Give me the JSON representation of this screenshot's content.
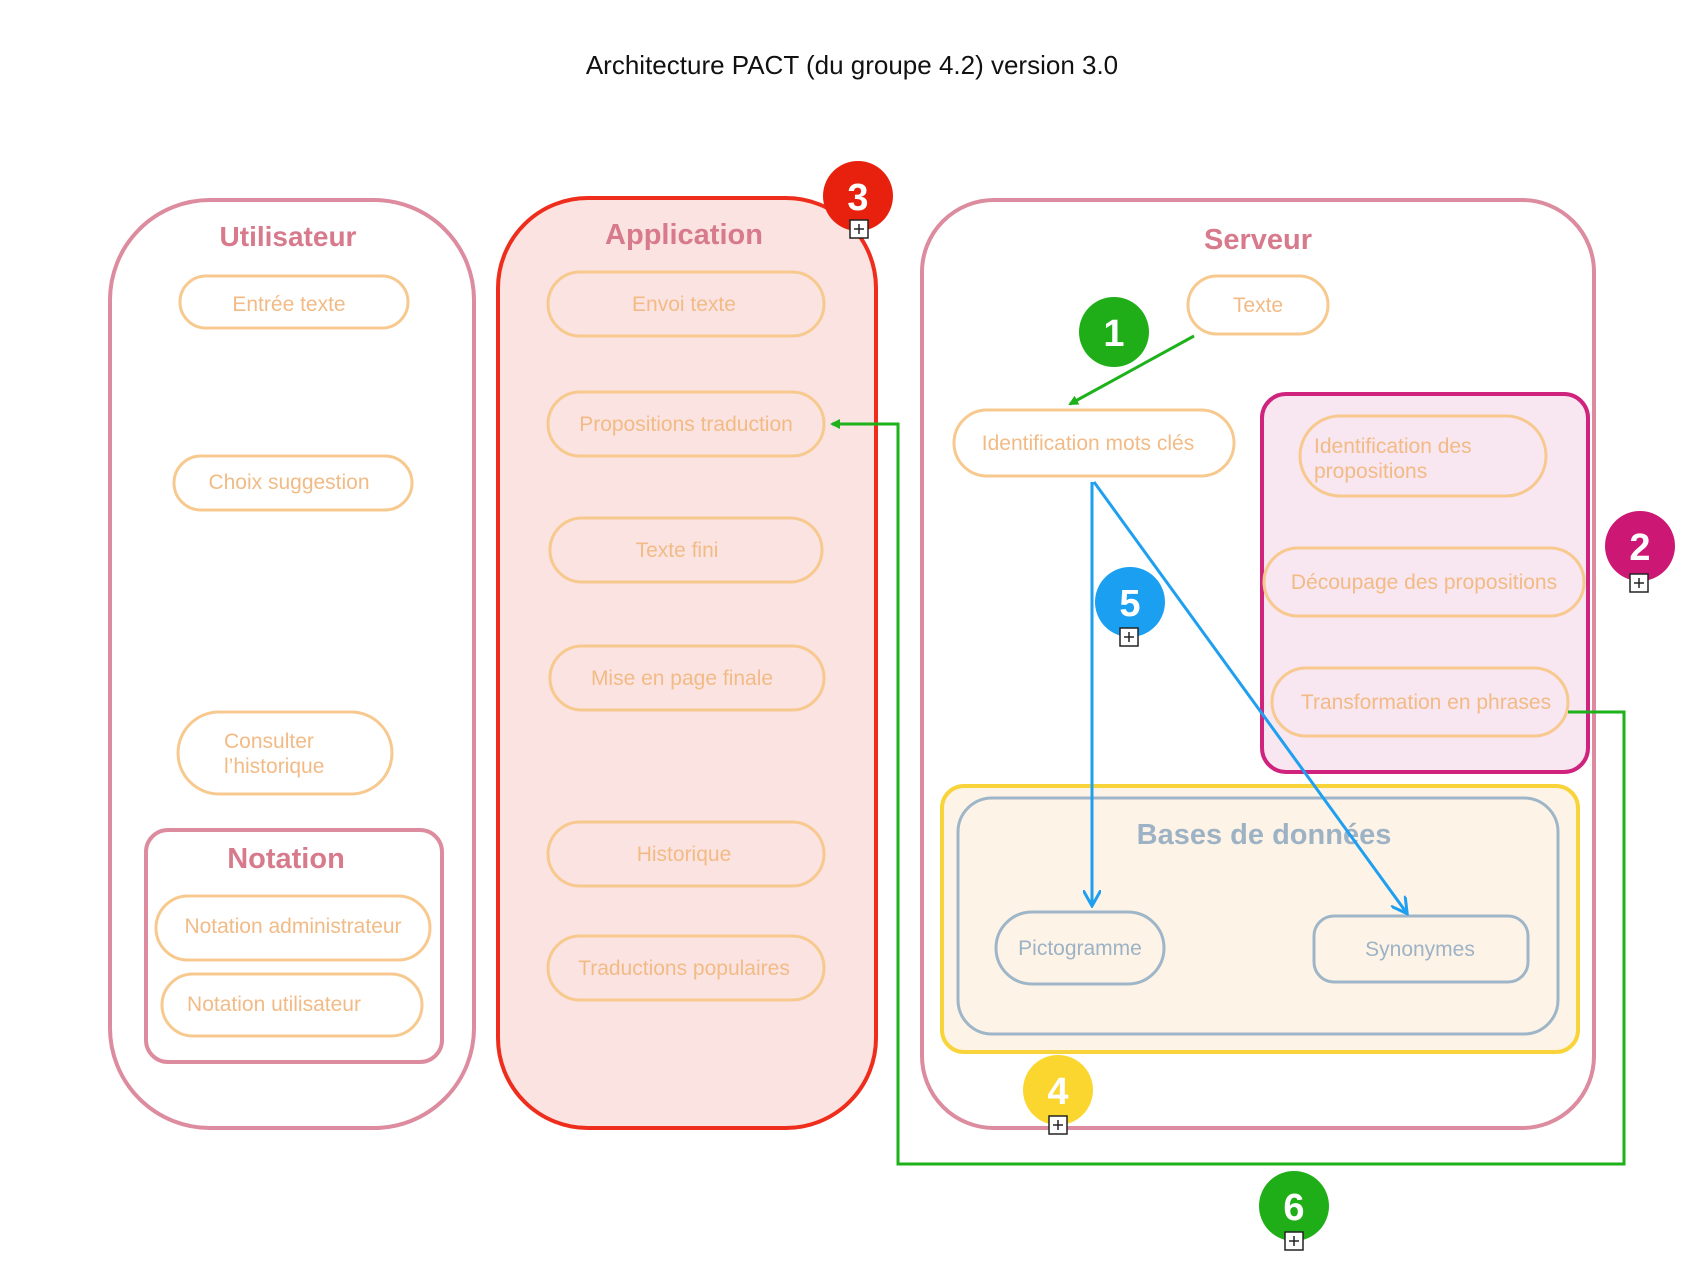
{
  "title": "Architecture PACT (du groupe 4.2) version 3.0",
  "colors": {
    "group_border": "#dc8c9e",
    "group_title": "#d77a8c",
    "node_border": "#f7c98f",
    "node_text": "#f2bb86",
    "app_border": "#ee2d1c",
    "app_fill": "#fbe3e1",
    "pink_border": "#cf237e",
    "pink_fill": "#f8e6f0",
    "yellow_border": "#f8d43a",
    "yellow_fill": "#fdf3e7",
    "db_border": "#9fb6c8",
    "db_text": "#9db3c5",
    "green": "#1db11a",
    "blue": "#1e9ff0",
    "badge_red": "#e8200e",
    "badge_pink": "#cc1874",
    "badge_yellow": "#fad62f",
    "badge_blue": "#1b9ff1",
    "badge_green": "#1fae18"
  },
  "groups": {
    "utilisateur": "Utilisateur",
    "notation": "Notation",
    "application": "Application",
    "serveur": "Serveur",
    "bases": "Bases de données"
  },
  "nodes": {
    "entree_texte": "Entrée texte",
    "choix_suggestion": "Choix suggestion",
    "consulter_1": "Consulter",
    "consulter_2": "l’historique",
    "notation_admin": "Notation administrateur",
    "notation_user": "Notation utilisateur",
    "envoi_texte": "Envoi texte",
    "propositions_traduction": "Propositions traduction",
    "texte_fini": "Texte fini",
    "mise_en_page": "Mise en page finale",
    "historique": "Historique",
    "traductions_populaires": "Traductions populaires",
    "texte": "Texte",
    "identification_mots_cles": "Identification mots clés",
    "identification_props_1": "Identification des",
    "identification_props_2": "propositions",
    "decoupage": "Découpage des propositions",
    "transformation": "Transformation en phrases",
    "pictogramme": "Pictogramme",
    "synonymes": "Synonymes"
  },
  "badges": {
    "b1": "1",
    "b2": "2",
    "b3": "3",
    "b4": "4",
    "b5": "5",
    "b6": "6"
  }
}
